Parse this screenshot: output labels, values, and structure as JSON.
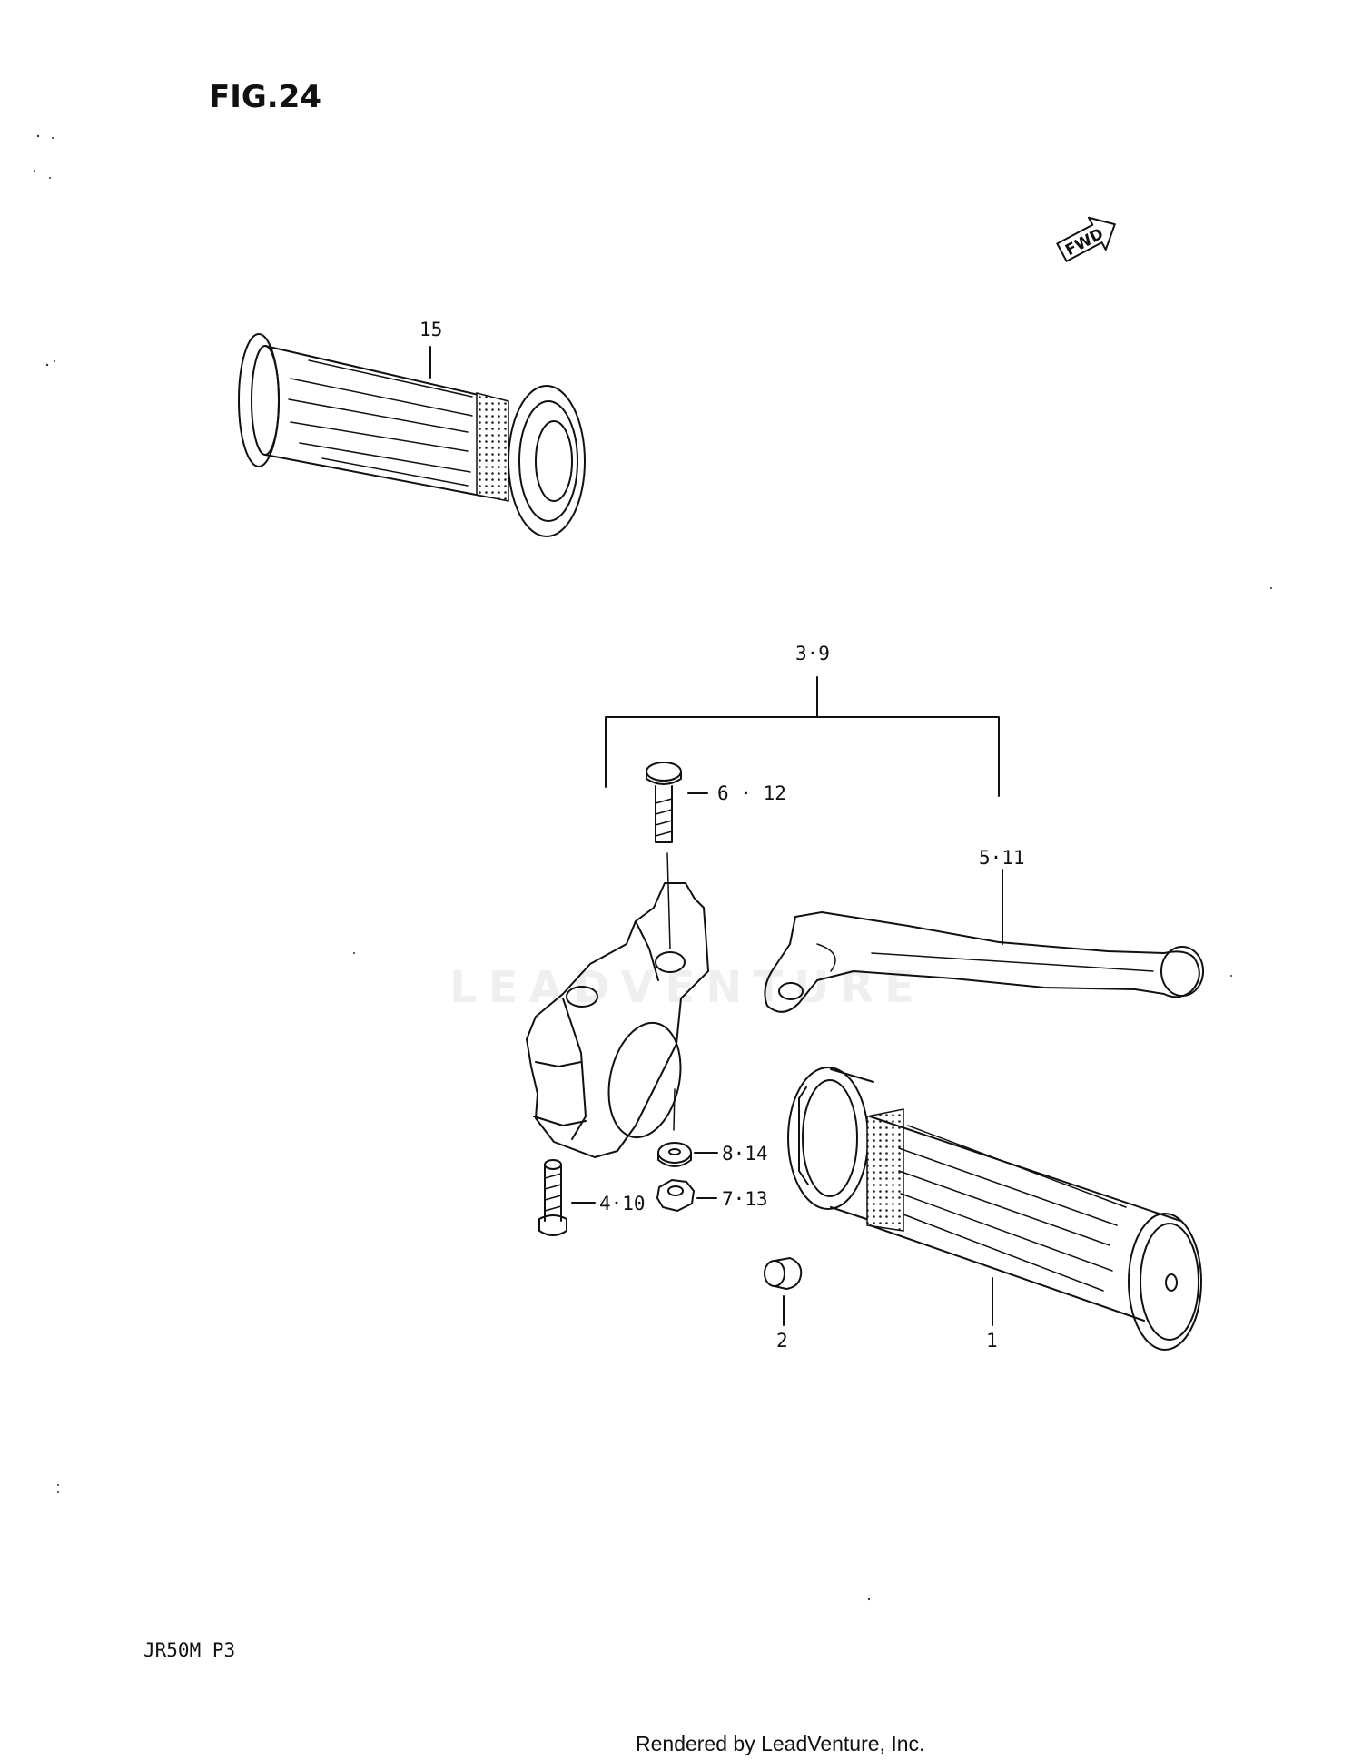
{
  "figure": {
    "title": "FIG.24",
    "model_code": "JR50M P3"
  },
  "direction_marker": {
    "text": "FWD",
    "icon": "fwd-arrow-icon"
  },
  "callouts": {
    "grip_left": "15",
    "lever_assembly": "3·9",
    "screw_upper": "6 · 12",
    "lever": "5·11",
    "washer": "8·14",
    "nut": "7·13",
    "bolt": "4·10",
    "plug": "2",
    "grip_right": "1"
  },
  "watermark": "LEADVENTURE",
  "credit": "Rendered by LeadVenture, Inc."
}
